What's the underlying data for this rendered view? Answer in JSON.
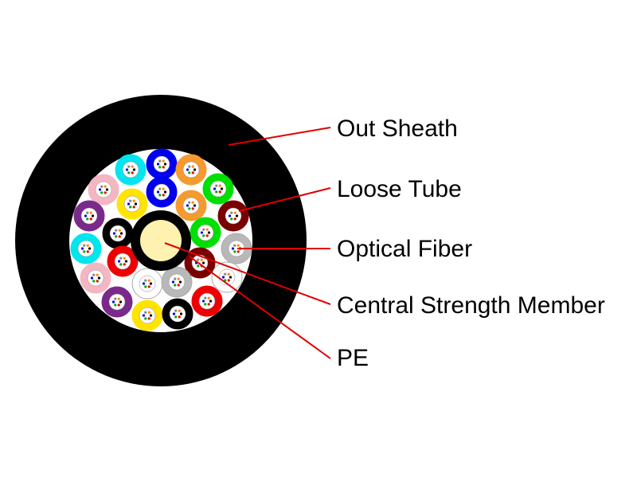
{
  "labels": {
    "out_sheath": "Out Sheath",
    "loose_tube": "Loose Tube",
    "optical_fiber": "Optical Fiber",
    "central_strength_member": "Central Strength Member",
    "pe": "PE"
  },
  "colors": {
    "sheath": "#000000",
    "core_fill": "#ffffff",
    "pe_ring": "#000000",
    "strength_member": "#fff2b0",
    "leader_line": "#e00000",
    "label_text": "#000000"
  },
  "loose_tube_colors": [
    "blue",
    "cyan",
    "orange",
    "pink",
    "yellow",
    "blue",
    "green",
    "orange",
    "purple",
    "black",
    "maroon",
    "green",
    "cyan",
    "gray",
    "red",
    "maroon",
    "pink",
    "white",
    "gray",
    "white",
    "purple",
    "yellow",
    "black",
    "red"
  ]
}
